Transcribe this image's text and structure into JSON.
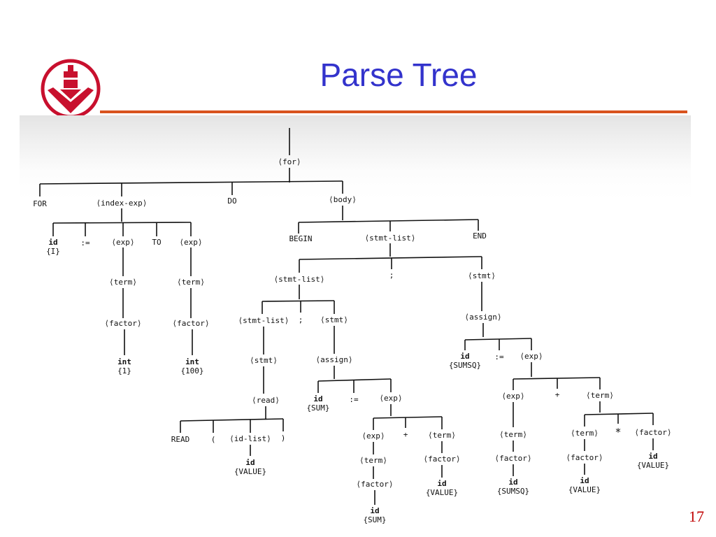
{
  "slide": {
    "title": "Parse Tree",
    "page_number": "17",
    "colors": {
      "title": "#3333cc",
      "rule": "#d9531e",
      "logo": "#c8102e",
      "page_number": "#c00000"
    }
  },
  "tree": {
    "for": "⟨for⟩",
    "kw_for": "FOR",
    "index_exp": "⟨index-exp⟩",
    "kw_do": "DO",
    "body": "⟨body⟩",
    "id_i": "id",
    "val_i": "{I}",
    "assign_op_1": ":=",
    "exp_1": "⟨exp⟩",
    "kw_to": "TO",
    "exp_2": "⟨exp⟩",
    "term_1": "⟨term⟩",
    "term_2": "⟨term⟩",
    "factor_1": "⟨factor⟩",
    "factor_2": "⟨factor⟩",
    "int_1": "int",
    "val_1": "{1}",
    "int_100": "int",
    "val_100": "{100}",
    "kw_begin": "BEGIN",
    "stmt_list_top": "⟨stmt-list⟩",
    "kw_end": "END",
    "stmt_list_2": "⟨stmt-list⟩",
    "semi_1": ";",
    "stmt_r": "⟨stmt⟩",
    "stmt_list_3": "⟨stmt-list⟩",
    "semi_2": ";",
    "stmt_m": "⟨stmt⟩",
    "assign_r": "⟨assign⟩",
    "stmt_read": "⟨stmt⟩",
    "assign_m": "⟨assign⟩",
    "read": "⟨read⟩",
    "kw_read": "READ",
    "lparen": "(",
    "id_list": "⟨id-list⟩",
    "rparen": ")",
    "id_value_read": "id",
    "val_value_read": "{VALUE}",
    "id_sum_m": "id",
    "val_sum_m": "{SUM}",
    "assign_op_m": ":=",
    "exp_m": "⟨exp⟩",
    "exp_m_l": "⟨exp⟩",
    "plus_m": "+",
    "term_m_r": "⟨term⟩",
    "term_m_l": "⟨term⟩",
    "factor_m_r": "⟨factor⟩",
    "factor_m_l": "⟨factor⟩",
    "id_value_m": "id",
    "val_value_m": "{VALUE}",
    "id_sum_m2": "id",
    "val_sum_m2": "{SUM}",
    "id_sumsq_r": "id",
    "val_sumsq_r": "{SUMSQ}",
    "assign_op_r": ":=",
    "exp_r": "⟨exp⟩",
    "exp_r_l": "⟨exp⟩",
    "plus_r": "+",
    "term_r_r": "⟨term⟩",
    "term_r_l": "⟨term⟩",
    "term_rr_l": "⟨term⟩",
    "times": "*",
    "factor_rr_r": "⟨factor⟩",
    "factor_r_l": "⟨factor⟩",
    "factor_rr_l": "⟨factor⟩",
    "id_value_rr_r": "id",
    "val_value_rr_r": "{VALUE}",
    "id_sumsq_r2": "id",
    "val_sumsq_r2": "{SUMSQ}",
    "id_value_rr_l": "id",
    "val_value_rr_l": "{VALUE}"
  }
}
